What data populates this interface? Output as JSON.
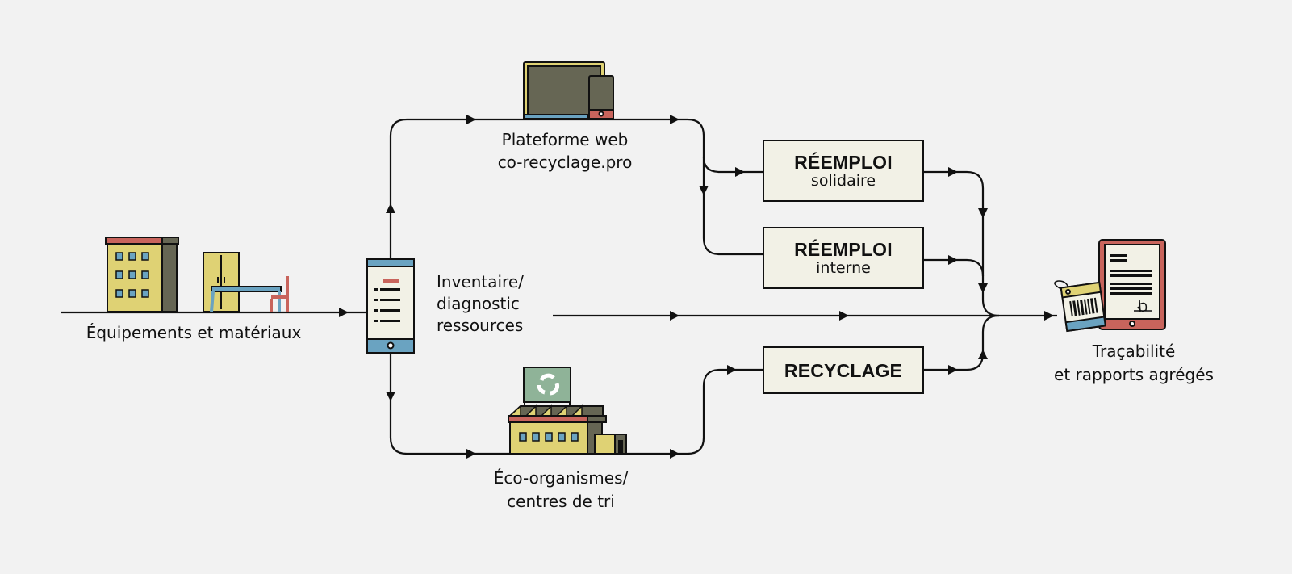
{
  "diagram": {
    "colors": {
      "background": "#f2f2f2",
      "line": "#111111",
      "yellow": "#dfd274",
      "dark_gray": "#666654",
      "red": "#c8645c",
      "blue": "#6aa3c1",
      "cream": "#f2f1e6",
      "green": "#8fb398"
    },
    "nodes": {
      "equipment": {
        "label": "Équipements et matériaux"
      },
      "inventory": {
        "line1": "Inventaire/",
        "line2": "diagnostic",
        "line3": "ressources"
      },
      "platform": {
        "line1": "Plateforme web",
        "line2": "co-recyclage.pro"
      },
      "eco": {
        "line1": "Éco-organismes/",
        "line2": "centres de tri"
      },
      "reuse_solidaire": {
        "title": "RÉEMPLOI",
        "subtitle": "solidaire"
      },
      "reuse_interne": {
        "title": "RÉEMPLOI",
        "subtitle": "interne"
      },
      "recycling": {
        "title": "RECYCLAGE"
      },
      "traceability": {
        "line1": "Traçabilité",
        "line2": "et rapports agrégés"
      }
    },
    "edges": [
      {
        "from": "equipment",
        "to": "inventory"
      },
      {
        "from": "inventory",
        "to": "platform"
      },
      {
        "from": "inventory",
        "to": "eco"
      },
      {
        "from": "inventory",
        "to": "traceability"
      },
      {
        "from": "platform",
        "to": "reuse_solidaire"
      },
      {
        "from": "platform",
        "to": "reuse_interne"
      },
      {
        "from": "eco",
        "to": "recycling"
      },
      {
        "from": "reuse_solidaire",
        "to": "traceability"
      },
      {
        "from": "reuse_interne",
        "to": "traceability"
      },
      {
        "from": "recycling",
        "to": "traceability"
      }
    ]
  }
}
